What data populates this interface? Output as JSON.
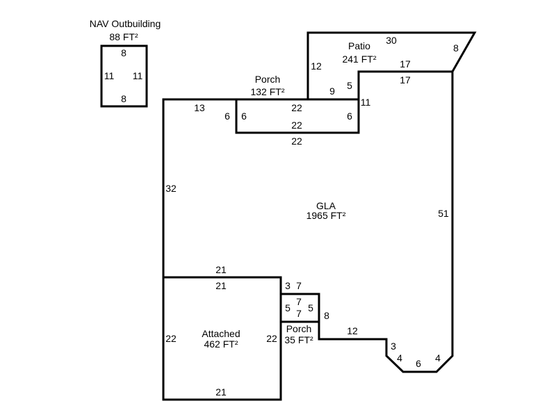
{
  "areas": {
    "nav": {
      "name": "NAV Outbuilding",
      "area": "88 FT²"
    },
    "porch_top": {
      "name": "Porch",
      "area": "132 FT²"
    },
    "patio": {
      "name": "Patio",
      "area": "241 FT²"
    },
    "gla": {
      "name": "GLA",
      "area": "1965 FT²"
    },
    "attached": {
      "name": "Attached",
      "area": "462 FT²"
    },
    "porch_small": {
      "name": "Porch",
      "area": "35 FT²"
    }
  },
  "dims": {
    "nav_top": "8",
    "nav_bottom": "8",
    "nav_left": "11",
    "nav_right": "11",
    "gla_top_left": "13",
    "porch_left_out": "6",
    "porch_left_in": "6",
    "porch_top": "22",
    "porch_bottom_in": "22",
    "porch_bottom_out": "22",
    "porch_right": "6",
    "patio_left": "12",
    "patio_top": "30",
    "patio_right": "8",
    "patio_inner_top": "17",
    "patio_bottom": "9",
    "patio_inner_left": "5",
    "gla_step": "11",
    "gla_top_right": "17",
    "gla_left": "32",
    "gla_right": "51",
    "att_top_out": "21",
    "att_top_in": "21",
    "att_left": "22",
    "att_right": "22",
    "att_bottom": "21",
    "sp_left_top": "3",
    "sp_top_out": "7",
    "sp_top_in": "7",
    "sp_bottom_in": "7",
    "sp_left": "5",
    "sp_right": "5",
    "sp_right_out": "8",
    "bottom_run": "12",
    "bay_side": "3",
    "bay_left_diag": "4",
    "bay_bottom": "6",
    "bay_right_diag": "4"
  }
}
